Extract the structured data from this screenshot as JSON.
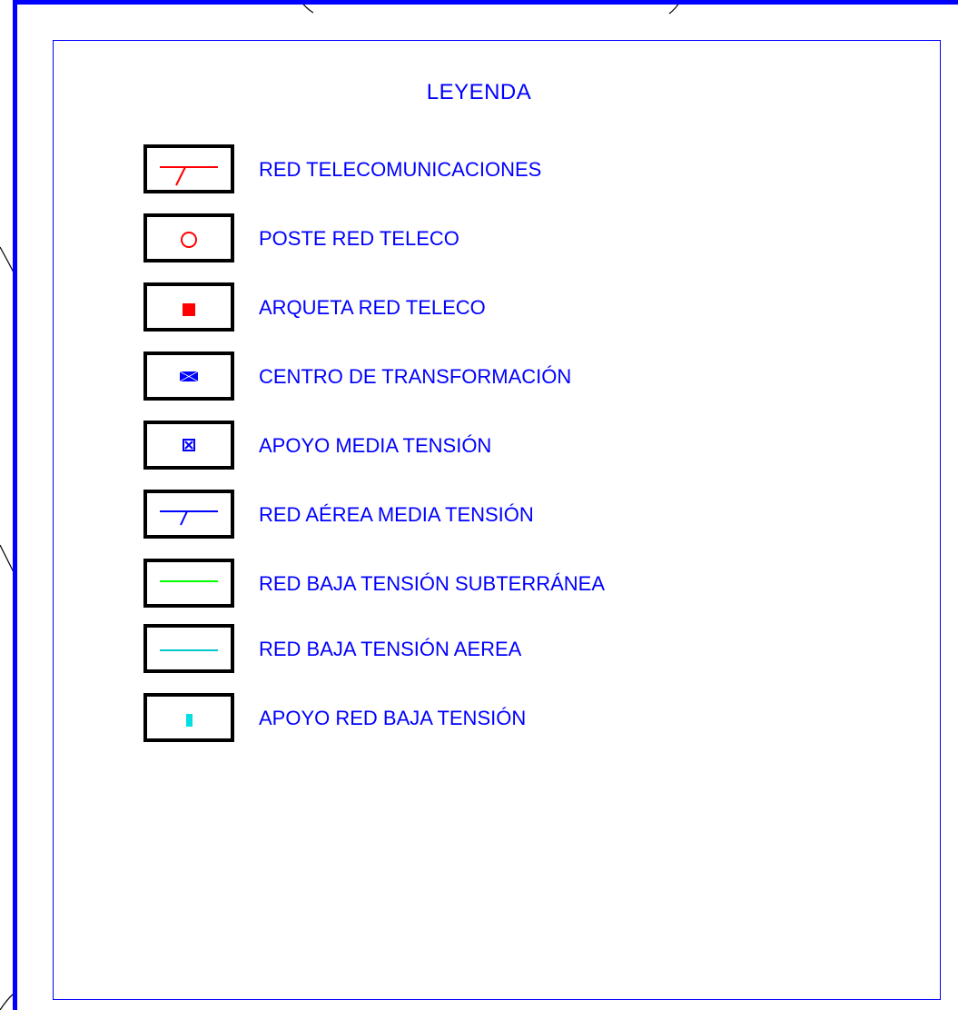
{
  "legend": {
    "title": "LEYENDA",
    "items": [
      {
        "label": "RED TELECOMUNICACIONES",
        "icon": "red-telecom-line-symbol",
        "color": "#ff0000"
      },
      {
        "label": "POSTE RED TELECO",
        "icon": "telecom-pole-circle-symbol",
        "color": "#ff0000"
      },
      {
        "label": "ARQUETA RED TELECO",
        "icon": "telecom-manhole-square-symbol",
        "color": "#ff0000"
      },
      {
        "label": "CENTRO DE TRANSFORMACIÓN",
        "icon": "transformer-center-symbol",
        "color": "#0000ff"
      },
      {
        "label": "APOYO MEDIA TENSIÓN",
        "icon": "medium-voltage-support-symbol",
        "color": "#0000ff"
      },
      {
        "label": "RED AÉREA MEDIA TENSIÓN",
        "icon": "medium-voltage-aerial-line-symbol",
        "color": "#0000ff"
      },
      {
        "label": "RED BAJA TENSIÓN SUBTERRÁNEA",
        "icon": "low-voltage-underground-line-symbol",
        "color": "#00ff00"
      },
      {
        "label": "RED BAJA TENSIÓN AEREA",
        "icon": "low-voltage-aerial-line-symbol",
        "color": "#00c8c8"
      },
      {
        "label": "APOYO RED BAJA TENSIÓN",
        "icon": "low-voltage-support-symbol",
        "color": "#00e0e0"
      }
    ]
  }
}
